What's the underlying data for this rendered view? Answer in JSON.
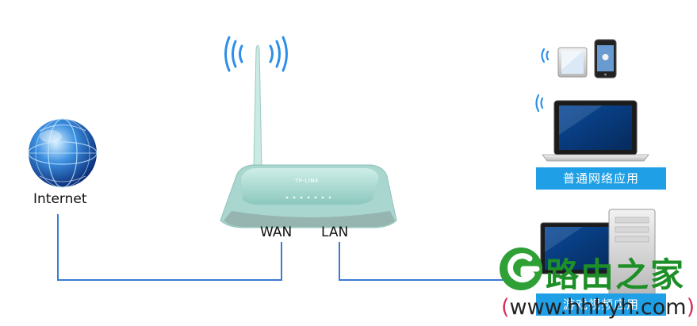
{
  "labels": {
    "internet": "Internet",
    "wan": "WAN",
    "lan": "LAN",
    "router_brand": "TP-LINK"
  },
  "banners": {
    "laptop": "普通网络应用",
    "desktop": "游戏视频应用"
  },
  "watermark": {
    "title": "路由之家",
    "url": "www.hhhyh.com",
    "paren_open": "(",
    "paren_close": ")"
  },
  "colors": {
    "line": "#3a7bd5",
    "banner": "#1f9fe6",
    "router_body": "#a9d7cf",
    "watermark_green": "#1e8f27",
    "watermark_pink": "#d62f5a"
  },
  "icons": [
    "globe-icon",
    "router-icon",
    "antenna-icon",
    "wifi-signal-icon",
    "tablet-icon",
    "phone-icon",
    "laptop-icon",
    "desktop-computer-icon",
    "tower-pc-icon",
    "watermark-logo-icon"
  ]
}
